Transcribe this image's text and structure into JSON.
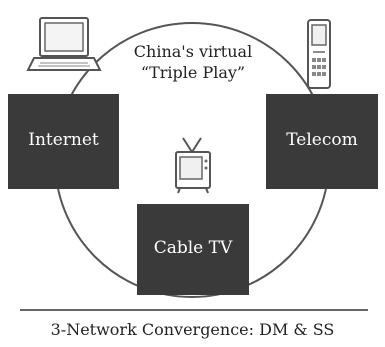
{
  "center_title_line1": "China's virtual",
  "center_title_line2": "“Triple Play”",
  "nodes": {
    "internet": "Internet",
    "telecom": "Telecom",
    "cable": "Cable TV"
  },
  "caption": "3-Network Convergence: DM & SS",
  "icons": [
    "laptop-icon",
    "mobile-phone-icon",
    "television-icon"
  ],
  "colors": {
    "box": "#3a3a3a",
    "line": "#555555"
  }
}
